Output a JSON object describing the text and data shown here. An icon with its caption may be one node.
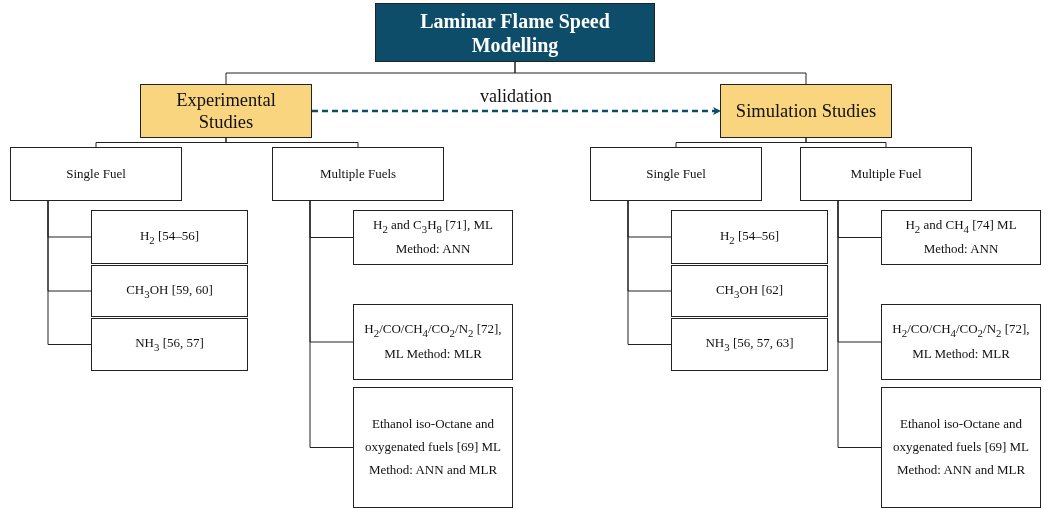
{
  "diagram": {
    "nodes": [
      {
        "text": [
          "Laminar Flame Speed Modelling"
        ]
      },
      {
        "text": [
          "Experimental Studies"
        ]
      },
      {
        "text": [
          "Simulation Studies"
        ]
      },
      {
        "text": [
          "Single Fuel"
        ]
      },
      {
        "text": [
          "Multiple Fuels"
        ]
      },
      {
        "text": [
          "H$_{2}$ [54–56]"
        ]
      },
      {
        "text": [
          "CH$_{3}$OH [59, 60]"
        ]
      },
      {
        "text": [
          "NH$_{3}$ [56, 57]"
        ]
      },
      {
        "text": [
          "H$_{2}$ and C$_{3}$H$_{8}$ [71], ML Method: ANN"
        ]
      },
      {
        "text": [
          "H$_{2}$/CO/CH$_{4}$/CO$_{2}$/N$_{2}$ [72], ML Method: MLR"
        ]
      },
      {
        "text": [
          "Ethanol iso-Octane and oxygenated fuels [69] ML Method: ANN and MLR"
        ]
      },
      {
        "text": [
          "Single Fuel"
        ]
      },
      {
        "text": [
          "Multiple Fuel"
        ]
      },
      {
        "text": [
          "H$_{2}$ [54–56]"
        ]
      },
      {
        "text": [
          "CH$_{3}$OH [62]"
        ]
      },
      {
        "text": [
          "NH$_{3}$ [56, 57, 63]"
        ]
      },
      {
        "text": [
          "H$_{2}$ and CH$_{4}$ [74] ML Method: ANN"
        ]
      },
      {
        "text": [
          "H$_{2}$/CO/CH$_{4}$/CO$_{2}$/N$_{2}$ [72], ML Method: MLR"
        ]
      },
      {
        "text": [
          "Ethanol iso-Octane and oxygenated fuels [69] ML Method: ANN and MLR"
        ]
      }
    ],
    "edges": [
      {
        "from": 0,
        "to": 1,
        "arrow": "none"
      },
      {
        "from": 0,
        "to": 2,
        "arrow": "none"
      },
      {
        "from": 1,
        "to": 2,
        "arrow": "to",
        "label": "validation",
        "style": "dashed",
        "color": "#0e4d6a"
      },
      {
        "from": 1,
        "to": 3,
        "arrow": "none"
      },
      {
        "from": 1,
        "to": 4,
        "arrow": "none"
      },
      {
        "from": 3,
        "to": 5,
        "arrow": "none"
      },
      {
        "from": 3,
        "to": 6,
        "arrow": "none"
      },
      {
        "from": 3,
        "to": 7,
        "arrow": "none"
      },
      {
        "from": 4,
        "to": 8,
        "arrow": "none"
      },
      {
        "from": 4,
        "to": 9,
        "arrow": "none"
      },
      {
        "from": 4,
        "to": 10,
        "arrow": "none"
      },
      {
        "from": 2,
        "to": 11,
        "arrow": "none"
      },
      {
        "from": 2,
        "to": 12,
        "arrow": "none"
      },
      {
        "from": 11,
        "to": 13,
        "arrow": "none"
      },
      {
        "from": 11,
        "to": 14,
        "arrow": "none"
      },
      {
        "from": 11,
        "to": 15,
        "arrow": "none"
      },
      {
        "from": 12,
        "to": 16,
        "arrow": "none"
      },
      {
        "from": 12,
        "to": 17,
        "arrow": "none"
      },
      {
        "from": 12,
        "to": 18,
        "arrow": "none"
      }
    ]
  }
}
